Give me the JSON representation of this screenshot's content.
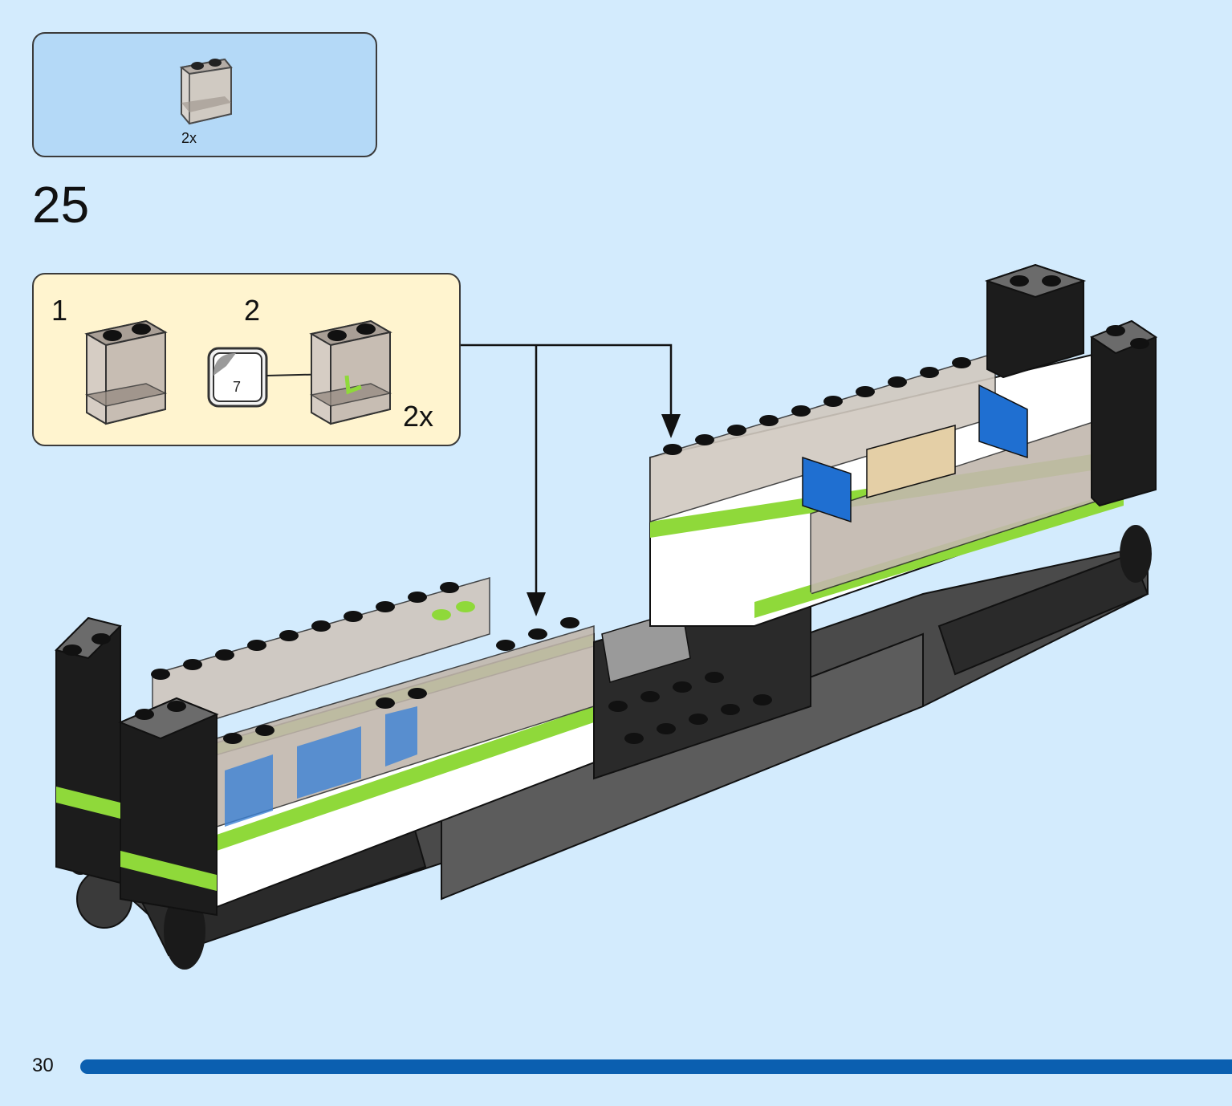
{
  "parts_box": {
    "quantity": "2x",
    "part_icon": "transparent-panel-icon"
  },
  "step": {
    "number": "25"
  },
  "sub_assembly": {
    "step_1_label": "1",
    "step_2_label": "2",
    "sticker_number": "7",
    "multiplier": "2x",
    "sticker_icon": "sticker-icon"
  },
  "footer": {
    "page_number": "30"
  },
  "colors": {
    "page_background": "#d3ebfd",
    "parts_box": "#b4d9f7",
    "sub_assembly_box": "#fff4cf",
    "progress_bar": "#0b5fb0",
    "train_lime": "#8fd93a",
    "train_black": "#1c1c1c",
    "train_white": "#ffffff",
    "seat_blue": "#1f6fd1"
  }
}
